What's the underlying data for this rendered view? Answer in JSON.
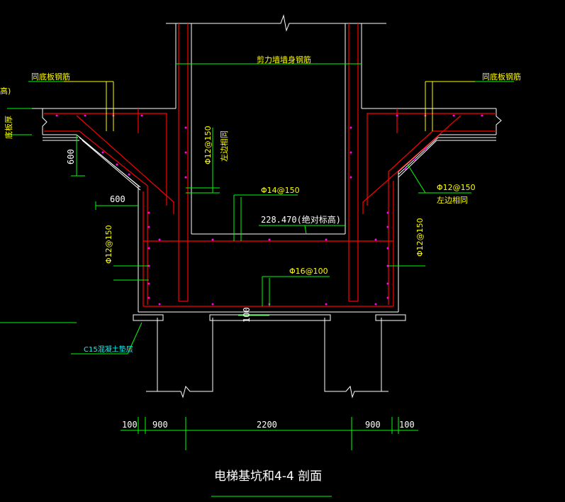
{
  "title": "电梯基坑和4-4 剖面",
  "labels": {
    "left_rebar": "同底板钢筋",
    "right_rebar": "同底板钢筋",
    "shear_wall": "剪力墙墙身钢筋",
    "left_edge_top": "高)",
    "left_edge_mid": "底板厚",
    "dim_600_v": "600",
    "dim_600_h": "600",
    "wall_rebar_a": "Φ12@150",
    "wall_rebar_a_note": "左边相同",
    "rebar_14": "Φ14@150",
    "elevation": "228.470(绝对标高)",
    "left_wall_rebar": "Φ12@150",
    "right_wall_rebar": "Φ12@150",
    "right_slope_rebar": "Φ12@150",
    "right_slope_note": "左边相同",
    "rebar_16": "Φ16@100",
    "pad_dim": "100",
    "c15": "C15混凝土垫层"
  },
  "dimensions": [
    "100",
    "900",
    "2200",
    "900",
    "100"
  ],
  "colors": {
    "background": "#000000",
    "rebar": "#ff0000",
    "outline": "#ffffff",
    "label": "#ffff00",
    "leader": "#00ff00",
    "annotation": "#00ffff",
    "rebar_dot": "#ff00ff"
  }
}
